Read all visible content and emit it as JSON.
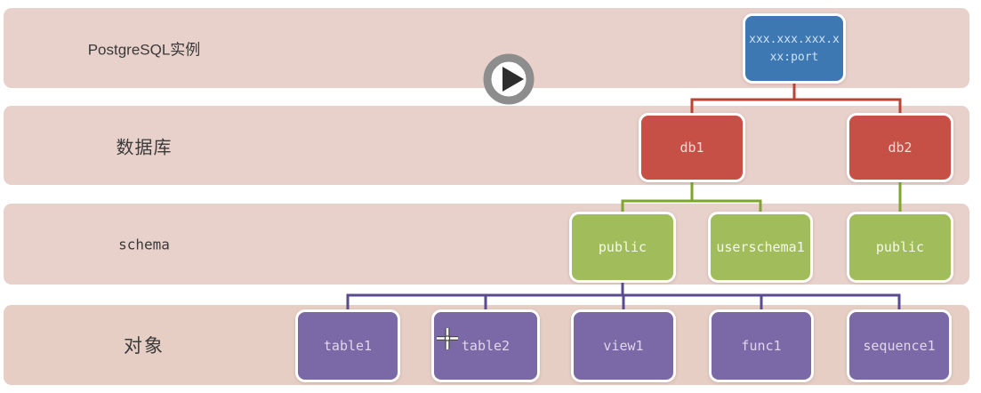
{
  "diagram": {
    "rows": [
      {
        "id": "instance",
        "label": "PostgreSQL实例"
      },
      {
        "id": "database",
        "label": "数据库"
      },
      {
        "id": "schema",
        "label": "schema"
      },
      {
        "id": "objects",
        "label": "对象"
      }
    ],
    "nodes": {
      "instance": "xxx.xxx.xxx.x\nxx:port",
      "db1": "db1",
      "db2": "db2",
      "db1_public": "public",
      "db1_userschema1": "userschema1",
      "db2_public": "public",
      "table1": "table1",
      "table2": "table2",
      "view1": "view1",
      "func1": "func1",
      "sequence1": "sequence1"
    },
    "edges": [
      {
        "from": "instance",
        "to": "db1"
      },
      {
        "from": "instance",
        "to": "db2"
      },
      {
        "from": "db1",
        "to": "db1_public"
      },
      {
        "from": "db1",
        "to": "db1_userschema1"
      },
      {
        "from": "db2",
        "to": "db2_public"
      },
      {
        "from": "db1_public",
        "to": "table1"
      },
      {
        "from": "db1_public",
        "to": "table2"
      },
      {
        "from": "db1_public",
        "to": "view1"
      },
      {
        "from": "db1_public",
        "to": "func1"
      },
      {
        "from": "db1_public",
        "to": "sequence1"
      }
    ],
    "colors": {
      "band_pink": "#e8d0cb",
      "band_objects": "#e6cec5",
      "instance_blue": "#3d78b3",
      "database_red": "#c65045",
      "schema_green": "#a1bd5b",
      "object_purple": "#7b68a6",
      "connector_red": "#b94335",
      "connector_green": "#7ea52c",
      "connector_purple": "#5a4b91"
    },
    "overlay": {
      "play_icon": "play",
      "player_state": "paused"
    }
  }
}
